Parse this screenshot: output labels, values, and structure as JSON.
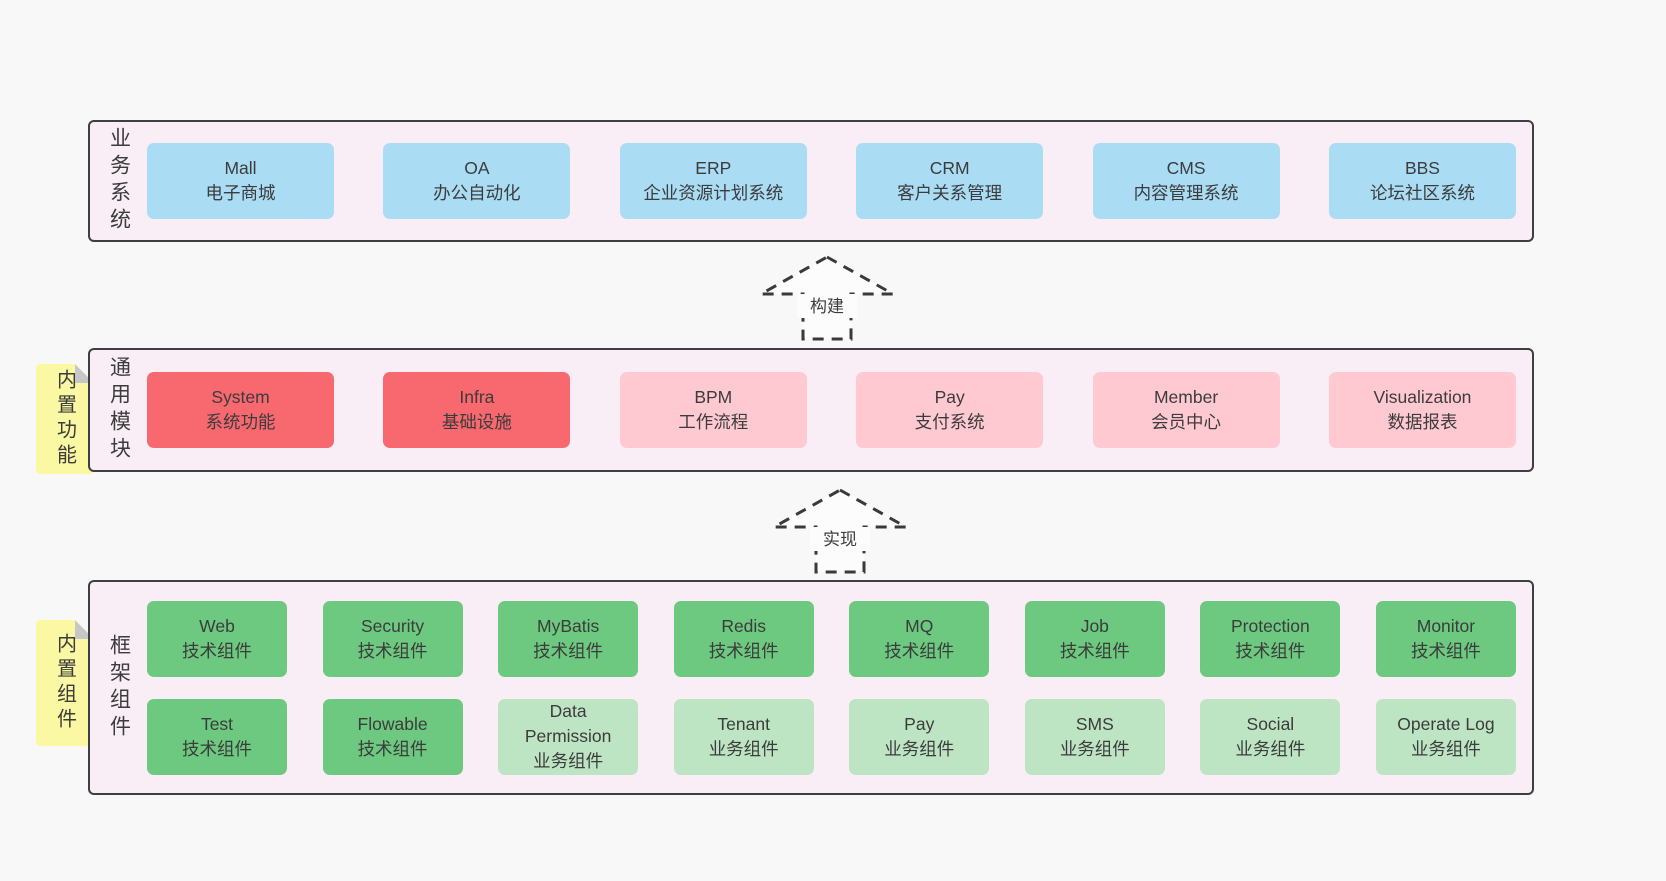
{
  "colors": {
    "page_bg": "#f8f8f8",
    "container_bg": "#f9edf6",
    "container_border": "#3f3f3f",
    "box_blue": "#aadcf4",
    "box_red": "#f7686f",
    "box_pink": "#ffc9d2",
    "box_green": "#6cc97f",
    "box_lightgreen": "#bde5c4",
    "tab_yellow": "#faf8a2",
    "tab_fold_gray": "#c7c7c7",
    "text": "#3c3c3c"
  },
  "business": {
    "label": "业务系统",
    "boxes": [
      {
        "title": "Mall",
        "subtitle": "电子商城",
        "variant": "blue"
      },
      {
        "title": "OA",
        "subtitle": "办公自动化",
        "variant": "blue"
      },
      {
        "title": "ERP",
        "subtitle": "企业资源计划系统",
        "variant": "blue"
      },
      {
        "title": "CRM",
        "subtitle": "客户关系管理",
        "variant": "blue"
      },
      {
        "title": "CMS",
        "subtitle": "内容管理系统",
        "variant": "blue"
      },
      {
        "title": "BBS",
        "subtitle": "论坛社区系统",
        "variant": "blue"
      }
    ]
  },
  "modules": {
    "label": "通用模块",
    "tab": "内置功能",
    "boxes": [
      {
        "title": "System",
        "subtitle": "系统功能",
        "variant": "red"
      },
      {
        "title": "Infra",
        "subtitle": "基础设施",
        "variant": "red"
      },
      {
        "title": "BPM",
        "subtitle": "工作流程",
        "variant": "pink"
      },
      {
        "title": "Pay",
        "subtitle": "支付系统",
        "variant": "pink"
      },
      {
        "title": "Member",
        "subtitle": "会员中心",
        "variant": "pink"
      },
      {
        "title": "Visualization",
        "subtitle": "数据报表",
        "variant": "pink"
      }
    ]
  },
  "components": {
    "label": "框架组件",
    "tab": "内置组件",
    "row1": [
      {
        "title": "Web",
        "subtitle": "技术组件",
        "variant": "green"
      },
      {
        "title": "Security",
        "subtitle": "技术组件",
        "variant": "green"
      },
      {
        "title": "MyBatis",
        "subtitle": "技术组件",
        "variant": "green"
      },
      {
        "title": "Redis",
        "subtitle": "技术组件",
        "variant": "green"
      },
      {
        "title": "MQ",
        "subtitle": "技术组件",
        "variant": "green"
      },
      {
        "title": "Job",
        "subtitle": "技术组件",
        "variant": "green"
      },
      {
        "title": "Protection",
        "subtitle": "技术组件",
        "variant": "green"
      },
      {
        "title": "Monitor",
        "subtitle": "技术组件",
        "variant": "green"
      }
    ],
    "row2": [
      {
        "title": "Test",
        "subtitle": "技术组件",
        "variant": "green"
      },
      {
        "title": "Flowable",
        "subtitle": "技术组件",
        "variant": "green"
      },
      {
        "title": "Data Permission",
        "subtitle": "业务组件",
        "variant": "lightgreen"
      },
      {
        "title": "Tenant",
        "subtitle": "业务组件",
        "variant": "lightgreen"
      },
      {
        "title": "Pay",
        "subtitle": "业务组件",
        "variant": "lightgreen"
      },
      {
        "title": "SMS",
        "subtitle": "业务组件",
        "variant": "lightgreen"
      },
      {
        "title": "Social",
        "subtitle": "业务组件",
        "variant": "lightgreen"
      },
      {
        "title": "Operate Log",
        "subtitle": "业务组件",
        "variant": "lightgreen"
      }
    ]
  },
  "arrows": {
    "build": "构建",
    "implement": "实现"
  }
}
